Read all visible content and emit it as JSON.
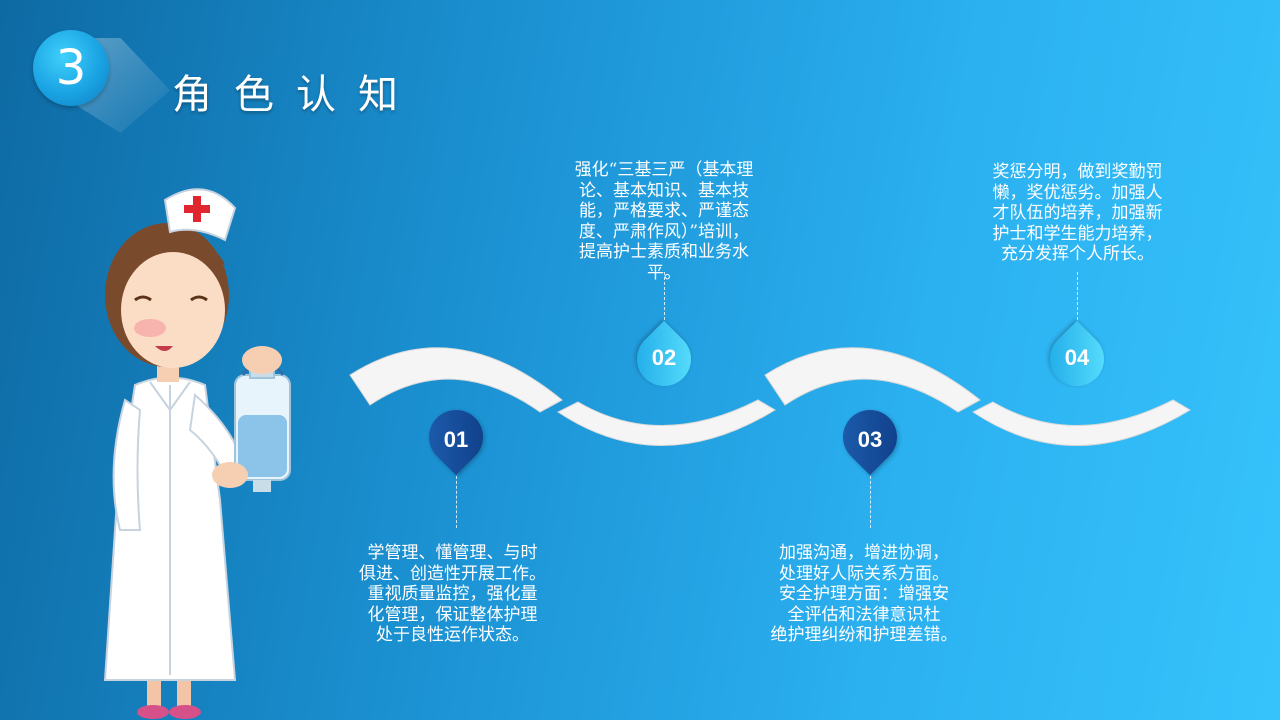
{
  "section": {
    "number": "3",
    "title": "角色认知"
  },
  "steps": [
    {
      "label": "01",
      "text": "学管理、懂管理、与时\n俱进、创造性开展工作。\n重视质量监控，强化量\n化管理，保证整体护理\n处于良性运作状态。"
    },
    {
      "label": "02",
      "text": "强化“三基三严（基本理\n论、基本知识、基本技\n能，严格要求、严谨态\n度、严肃作风）”培训，\n提高护士素质和业务水\n平。"
    },
    {
      "label": "03",
      "text": "加强沟通，增进协调，\n处理好人际关系方面。\n安全护理方面：增强安\n全评估和法律意识杜\n绝护理纠纷和护理差错。"
    },
    {
      "label": "04",
      "text": "奖惩分明，做到奖勤罚\n懒，奖优惩劣。加强人\n才队伍的培养，加强新\n护士和学生能力培养，\n充分发挥个人所长。"
    }
  ]
}
